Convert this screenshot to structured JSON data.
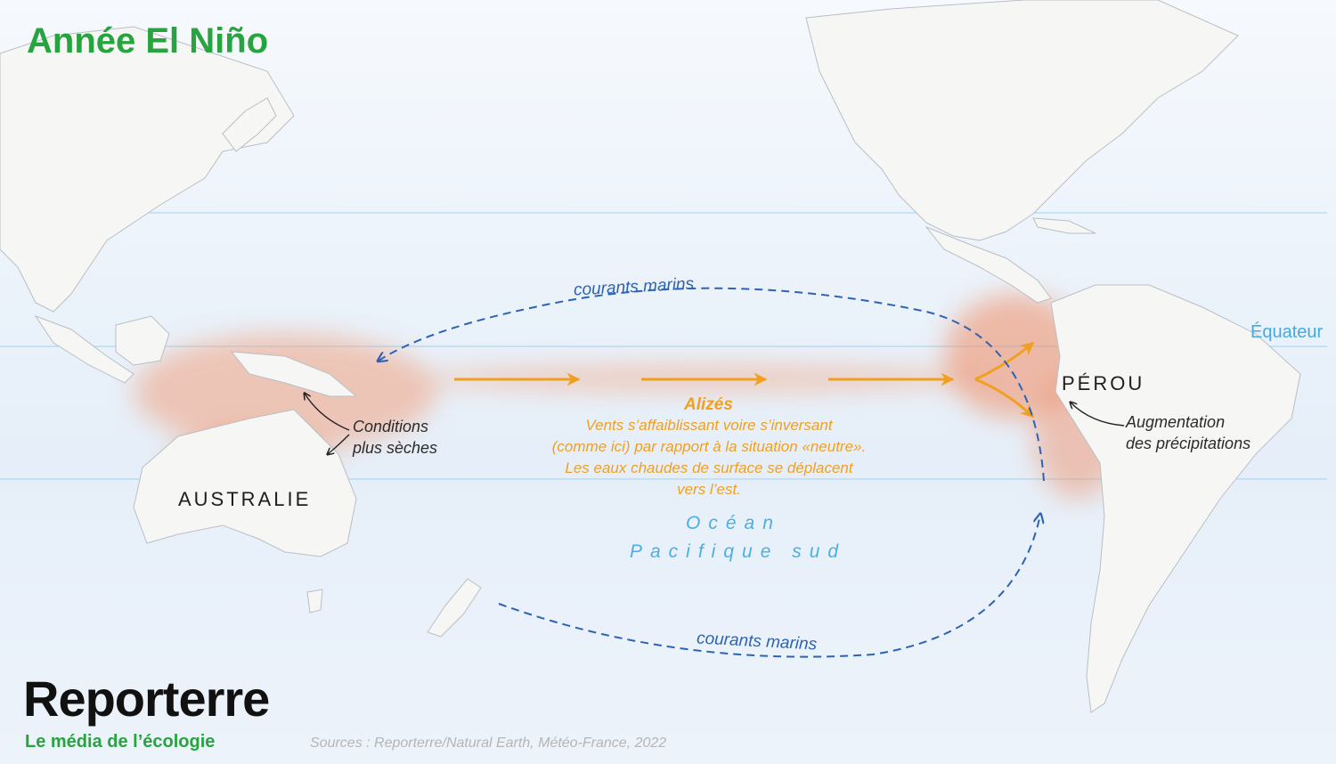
{
  "title": "Année El Niño",
  "labels": {
    "equator": "Équateur",
    "australia": "AUSTRALIE",
    "peru": "PÉROU",
    "dry_line1": "Conditions",
    "dry_line2": "plus sèches",
    "rain_line1": "Augmentation",
    "rain_line2": "des précipitations",
    "currents_top": "courants marins",
    "currents_bottom": "courants marins",
    "alizes_title": "Alizés",
    "alizes_line1": "Vents s’affaiblissant voire s’inversant",
    "alizes_line2": "(comme ici) par rapport à la situation «neutre».",
    "alizes_line3": "Les eaux chaudes de surface se déplacent",
    "alizes_line4": "vers l’est.",
    "ocean_line1": "Océan",
    "ocean_line2": "Pacifique sud"
  },
  "brand": {
    "name": "Reporterre",
    "tagline": "Le média de l’écologie"
  },
  "sources": "Sources : Reporterre/Natural Earth, Météo-France, 2022",
  "colors": {
    "title": "#27a33f",
    "wind_arrow": "#f0a020",
    "current_arrow": "#2e63b4",
    "equator_line": "#8fcdeb",
    "warm_zone": "#f08a60",
    "land": "#f6f6f4"
  }
}
